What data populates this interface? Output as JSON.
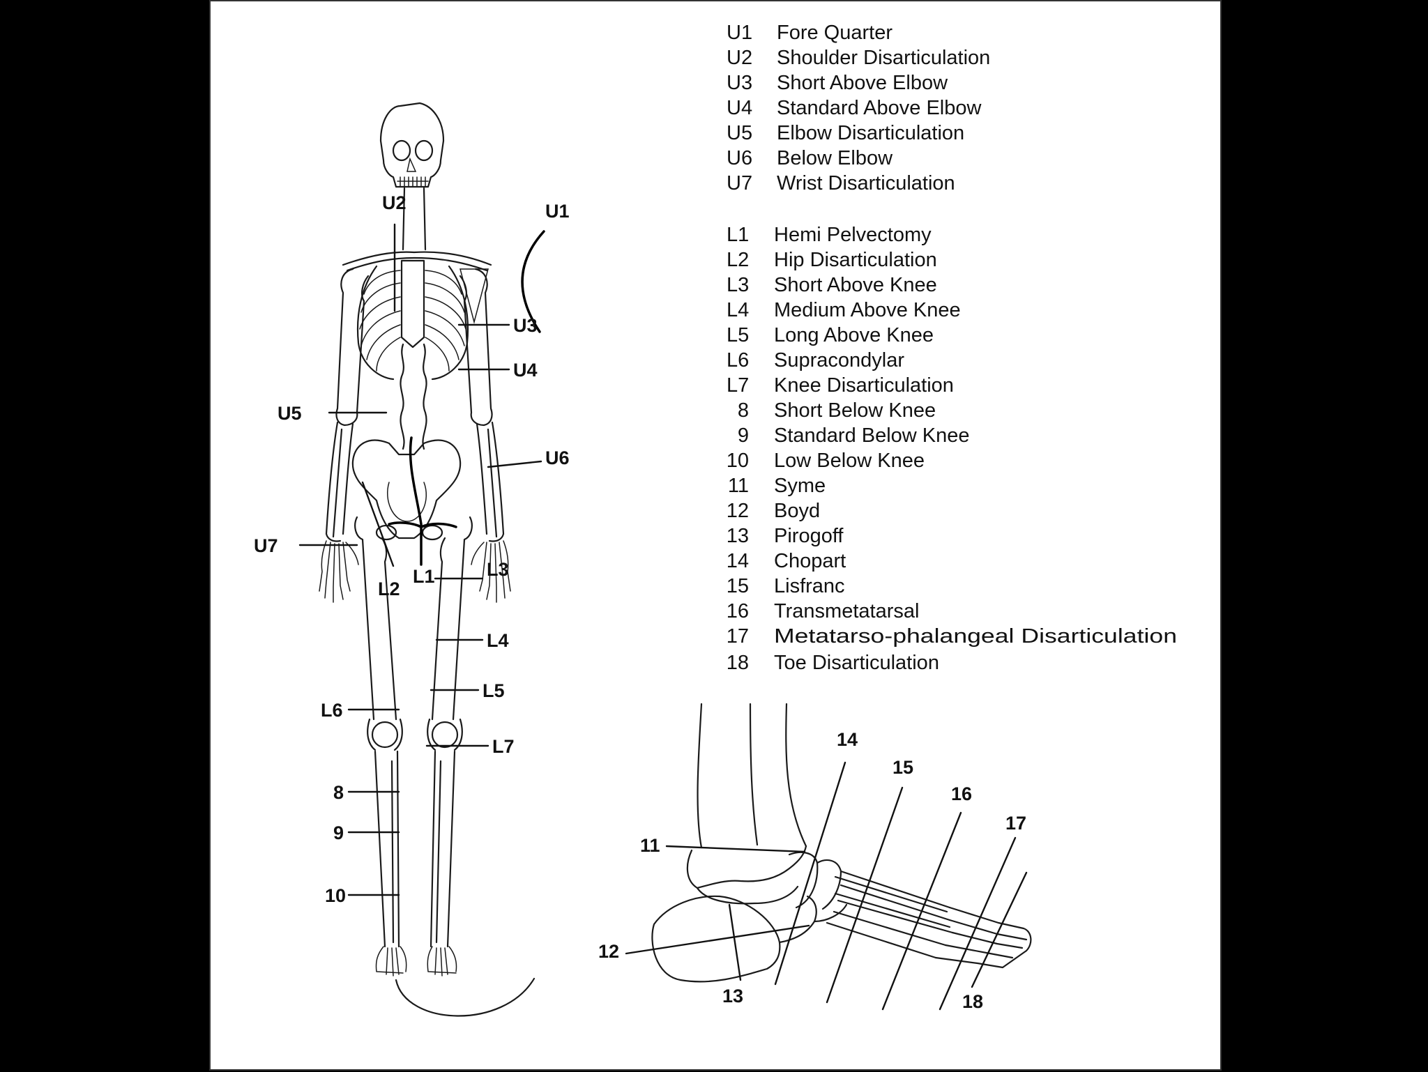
{
  "upper_legend": [
    {
      "code": "U1",
      "name": "Fore Quarter"
    },
    {
      "code": "U2",
      "name": "Shoulder Disarticulation"
    },
    {
      "code": "U3",
      "name": "Short Above Elbow"
    },
    {
      "code": "U4",
      "name": "Standard Above Elbow"
    },
    {
      "code": "U5",
      "name": "Elbow Disarticulation"
    },
    {
      "code": "U6",
      "name": "Below Elbow"
    },
    {
      "code": "U7",
      "name": "Wrist Disarticulation"
    }
  ],
  "lower_legend": [
    {
      "code": "L1",
      "name": "Hemi Pelvectomy"
    },
    {
      "code": "L2",
      "name": "Hip Disarticulation"
    },
    {
      "code": "L3",
      "name": "Short Above Knee"
    },
    {
      "code": "L4",
      "name": "Medium Above Knee"
    },
    {
      "code": "L5",
      "name": "Long Above Knee"
    },
    {
      "code": "L6",
      "name": "Supracondylar"
    },
    {
      "code": "L7",
      "name": "Knee Disarticulation"
    },
    {
      "code": "8",
      "name": "Short Below Knee"
    },
    {
      "code": "9",
      "name": "Standard Below Knee"
    },
    {
      "code": "10",
      "name": "Low Below Knee"
    },
    {
      "code": "11",
      "name": "Syme"
    },
    {
      "code": "12",
      "name": "Boyd"
    },
    {
      "code": "13",
      "name": "Pirogoff"
    },
    {
      "code": "14",
      "name": "Chopart"
    },
    {
      "code": "15",
      "name": "Lisfranc"
    },
    {
      "code": "16",
      "name": "Transmetatarsal"
    },
    {
      "code": "17",
      "name": "Metatarso-phalangeal Disarticulation"
    },
    {
      "code": "18",
      "name": "Toe Disarticulation"
    }
  ],
  "skeleton_labels": {
    "u1": "U1",
    "u2": "U2",
    "u3": "U3",
    "u4": "U4",
    "u5": "U5",
    "u6": "U6",
    "u7": "U7",
    "l1": "L1",
    "l2": "L2",
    "l3": "L3",
    "l4": "L4",
    "l5": "L5",
    "l6": "L6",
    "l7": "L7",
    "k8": "8",
    "k9": "9",
    "k10": "10"
  },
  "foot_labels": {
    "f11": "11",
    "f12": "12",
    "f13": "13",
    "f14": "14",
    "f15": "15",
    "f16": "16",
    "f17": "17",
    "f18": "18"
  }
}
